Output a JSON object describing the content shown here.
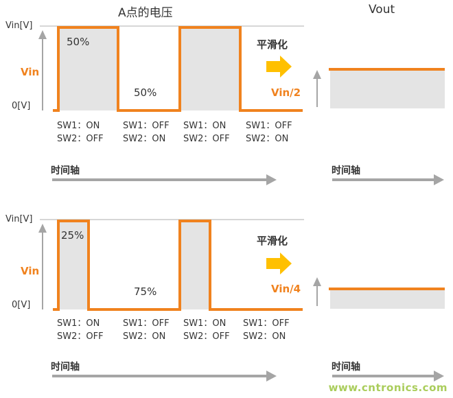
{
  "colors": {
    "orange": "#F0821E",
    "yellow_arrow": "#FFC000",
    "waveform_fill": "#E4E4E4",
    "axis_gray": "#A5A5A5",
    "text": "#333333",
    "watermark_green": "#AACD5B"
  },
  "header": {
    "left_title": "A点的电压",
    "right_title": "Vout"
  },
  "panel_50": {
    "vin_level_label": "Vin[V]",
    "vin_label": "Vin",
    "zero_label": "0[V]",
    "duty_high_label": "50%",
    "duty_low_label": "50%",
    "smoothing_label": "平滑化",
    "output_level_label": "Vin/2",
    "time_axis_label": "时间轴",
    "output_time_axis_label": "时间轴",
    "switch_states": [
      {
        "sw1": "SW1：ON",
        "sw2": "SW2：OFF"
      },
      {
        "sw1": "SW1：OFF",
        "sw2": "SW2：ON"
      },
      {
        "sw1": "SW1：ON",
        "sw2": "SW2：OFF"
      },
      {
        "sw1": "SW1：OFF",
        "sw2": "SW2：ON"
      }
    ]
  },
  "panel_25": {
    "vin_level_label": "Vin[V]",
    "vin_label": "Vin",
    "zero_label": "0[V]",
    "duty_high_label": "25%",
    "duty_low_label": "75%",
    "smoothing_label": "平滑化",
    "output_level_label": "Vin/4",
    "time_axis_label": "时间轴",
    "output_time_axis_label": "时间轴",
    "switch_states": [
      {
        "sw1": "SW1：ON",
        "sw2": "SW2：OFF"
      },
      {
        "sw1": "SW1：OFF",
        "sw2": "SW2：ON"
      },
      {
        "sw1": "SW1：ON",
        "sw2": "SW2：OFF"
      },
      {
        "sw1": "SW1：OFF",
        "sw2": "SW2：ON"
      }
    ]
  },
  "watermark": "www.cntronics.com"
}
